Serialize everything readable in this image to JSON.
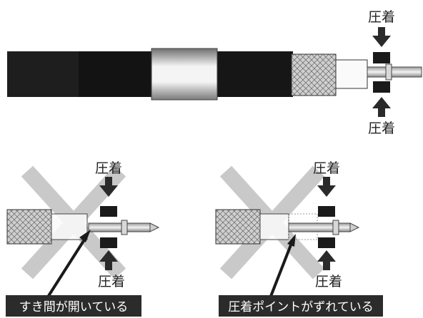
{
  "top_panel": {
    "label_top": "圧着",
    "label_bottom": "圧着"
  },
  "left_panel": {
    "label_top": "圧着",
    "label_bottom": "圧着",
    "caption": "すき間が開いている"
  },
  "right_panel": {
    "label_top": "圧着",
    "label_bottom": "圧着",
    "caption": "圧着ポイントがずれている"
  },
  "colors": {
    "cable_black": "#161616",
    "crimp_block": "#1a1a1a",
    "arrow": "#2a2a2a",
    "x_mark": "#bcbcbc",
    "caption_bg": "#2b2b2b",
    "caption_text": "#ffffff"
  },
  "icons": [
    "down-arrow-icon",
    "up-arrow-icon",
    "x-mark-icon"
  ]
}
